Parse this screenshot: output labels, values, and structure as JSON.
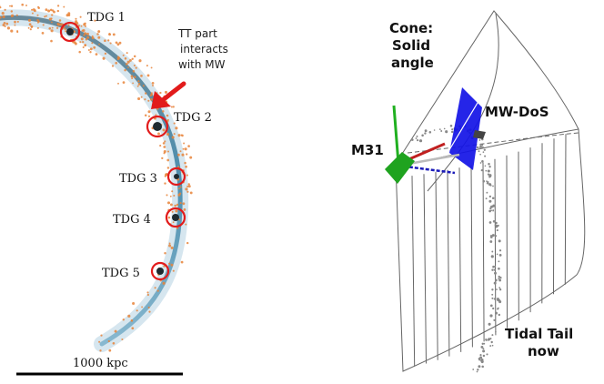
{
  "left_panel": {
    "tdg_labels": [
      "TDG 1",
      "TDG 2",
      "TDG 3",
      "TDG 4",
      "TDG 5"
    ],
    "annotation": [
      "TT part",
      "interacts",
      "with MW"
    ],
    "scale_bar_label": "1000 kpc",
    "colors": {
      "tail": "#2f6f8f",
      "particles": "#e8843a",
      "markers": "#e21b1b",
      "arrow": "#e21b1b"
    }
  },
  "right_panel": {
    "cone_label": [
      "Cone:",
      "Solid",
      "angle"
    ],
    "mw_label": "MW-DoS",
    "m31_label": "M31",
    "tail_label": [
      "Tidal Tail",
      "now"
    ],
    "colors": {
      "m31_disk": "#1fa31f",
      "mw_plane": "#1010e6",
      "cone": "#666666",
      "points": "#888888"
    }
  }
}
